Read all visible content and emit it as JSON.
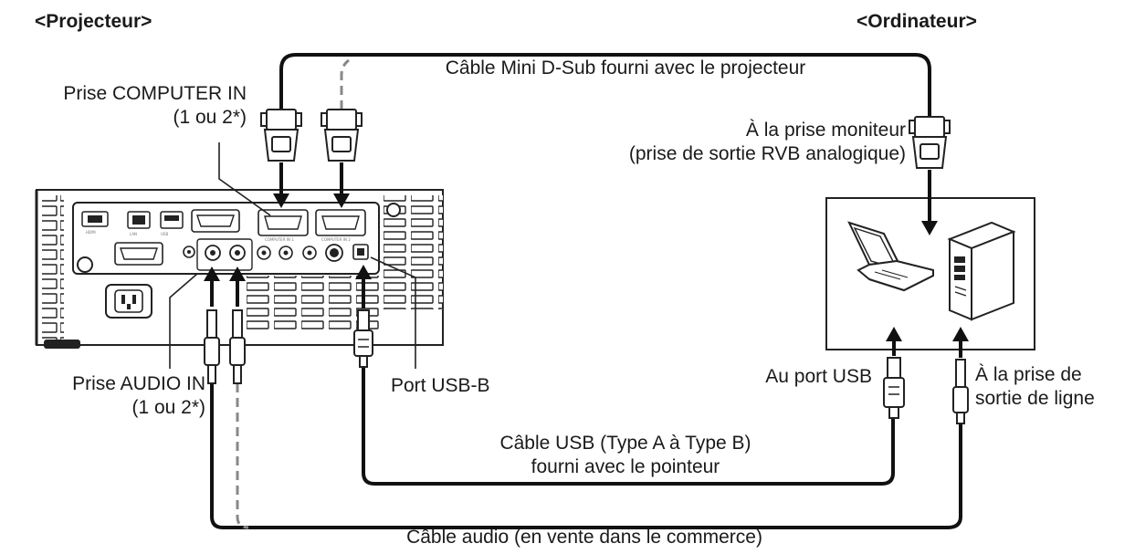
{
  "headers": {
    "projector": "<Projecteur>",
    "computer": "<Ordinateur>"
  },
  "labels": {
    "mini_dsub_cable": "Câble Mini D-Sub fourni avec le projecteur",
    "computer_in_line1": "Prise COMPUTER IN",
    "computer_in_line2": "(1 ou 2*)",
    "monitor_line1": "À la prise moniteur",
    "monitor_line2": "(prise de sortie RVB analogique)",
    "audio_in_line1": "Prise AUDIO IN",
    "audio_in_line2": "(1 ou 2*)",
    "usb_b_port": "Port USB-B",
    "usb_port": "Au port USB",
    "line_out_line1": "À la prise de",
    "line_out_line2": "sortie de ligne",
    "usb_cable_line1": "Câble USB (Type A à Type B)",
    "usb_cable_line2": "fourni avec le pointeur",
    "audio_cable": "Câble audio (en vente dans le commerce)"
  }
}
